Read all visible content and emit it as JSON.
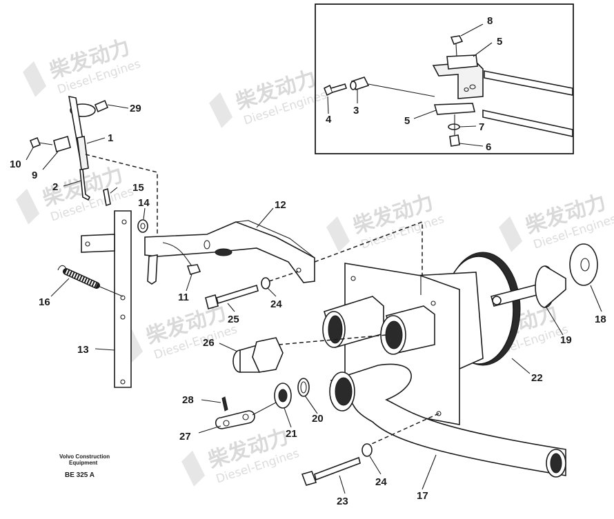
{
  "labels": {
    "p1": "1",
    "p2": "2",
    "p3": "3",
    "p4": "4",
    "p5a": "5",
    "p5b": "5",
    "p6": "6",
    "p7": "7",
    "p8": "8",
    "p9": "9",
    "p10": "10",
    "p11": "11",
    "p12": "12",
    "p13": "13",
    "p14": "14",
    "p15": "15",
    "p16": "16",
    "p17": "17",
    "p18": "18",
    "p19": "19",
    "p20": "20",
    "p21": "21",
    "p22": "22",
    "p23": "23",
    "p24a": "24",
    "p24b": "24",
    "p25": "25",
    "p26": "26",
    "p27": "27",
    "p28": "28",
    "p29": "29"
  },
  "credit": {
    "line1": "Volvo Construction",
    "line2": "Equipment",
    "code": "BE 325 A"
  },
  "watermark": {
    "cn": "柴发动力",
    "en": "Diesel-Engines",
    "color": "#d9d9d9"
  }
}
